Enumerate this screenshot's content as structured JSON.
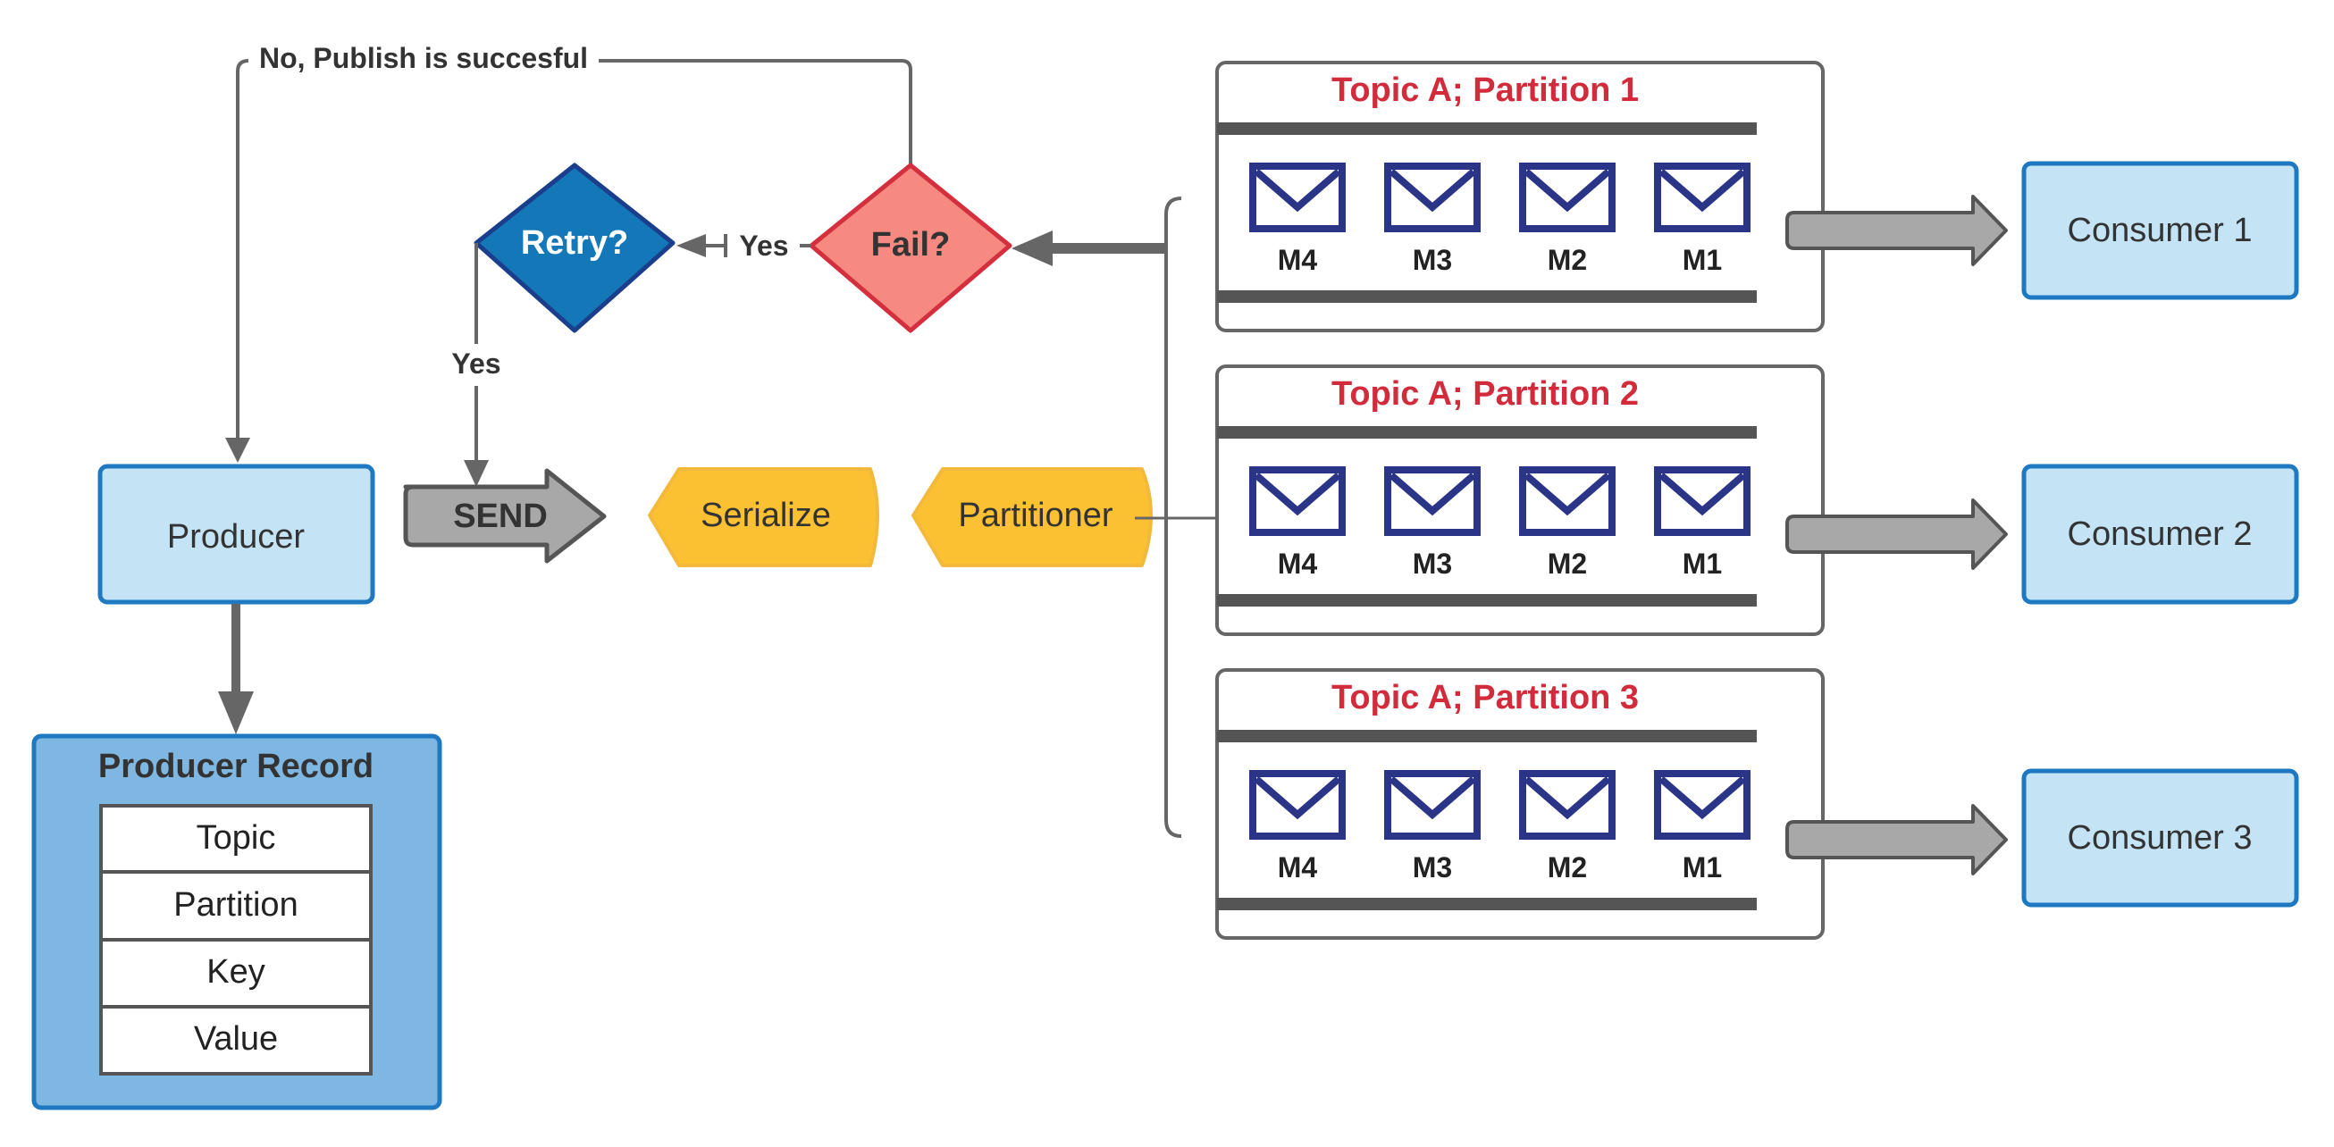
{
  "feedback_label": "No, Publish is succesful",
  "retry": {
    "label": "Retry?"
  },
  "fail": {
    "label": "Fail?"
  },
  "yes_from_fail_label": "Yes",
  "yes_from_retry_label": "Yes",
  "producer": {
    "label": "Producer"
  },
  "send_label": "SEND",
  "serialize_label": "Serialize",
  "partitioner_label": "Partitioner",
  "producer_record": {
    "title": "Producer Record",
    "fields": [
      "Topic",
      "Partition",
      "Key",
      "Value"
    ]
  },
  "partitions": [
    {
      "title": "Topic A; Partition 1",
      "messages": [
        "M4",
        "M3",
        "M2",
        "M1"
      ]
    },
    {
      "title": "Topic A; Partition 2",
      "messages": [
        "M4",
        "M3",
        "M2",
        "M1"
      ]
    },
    {
      "title": "Topic A; Partition 3",
      "messages": [
        "M4",
        "M3",
        "M2",
        "M1"
      ]
    }
  ],
  "consumers": [
    {
      "label": "Consumer 1"
    },
    {
      "label": "Consumer 2"
    },
    {
      "label": "Consumer 3"
    }
  ],
  "colors": {
    "line": "#666666",
    "box_fill": "#c4e4f6",
    "box_stroke": "#1e78c2",
    "record_fill": "#7fb7e3",
    "retry_fill": "#1478b8",
    "retry_stroke": "#1a3e8c",
    "fail_fill": "#f78a80",
    "fail_stroke": "#d32f3f",
    "serializer_fill": "#fbc133",
    "partition_title": "#d22b3c",
    "envelope": "#2a3588",
    "send_fill": "#a8a8a8"
  },
  "icons": {
    "message": "envelope-icon"
  }
}
